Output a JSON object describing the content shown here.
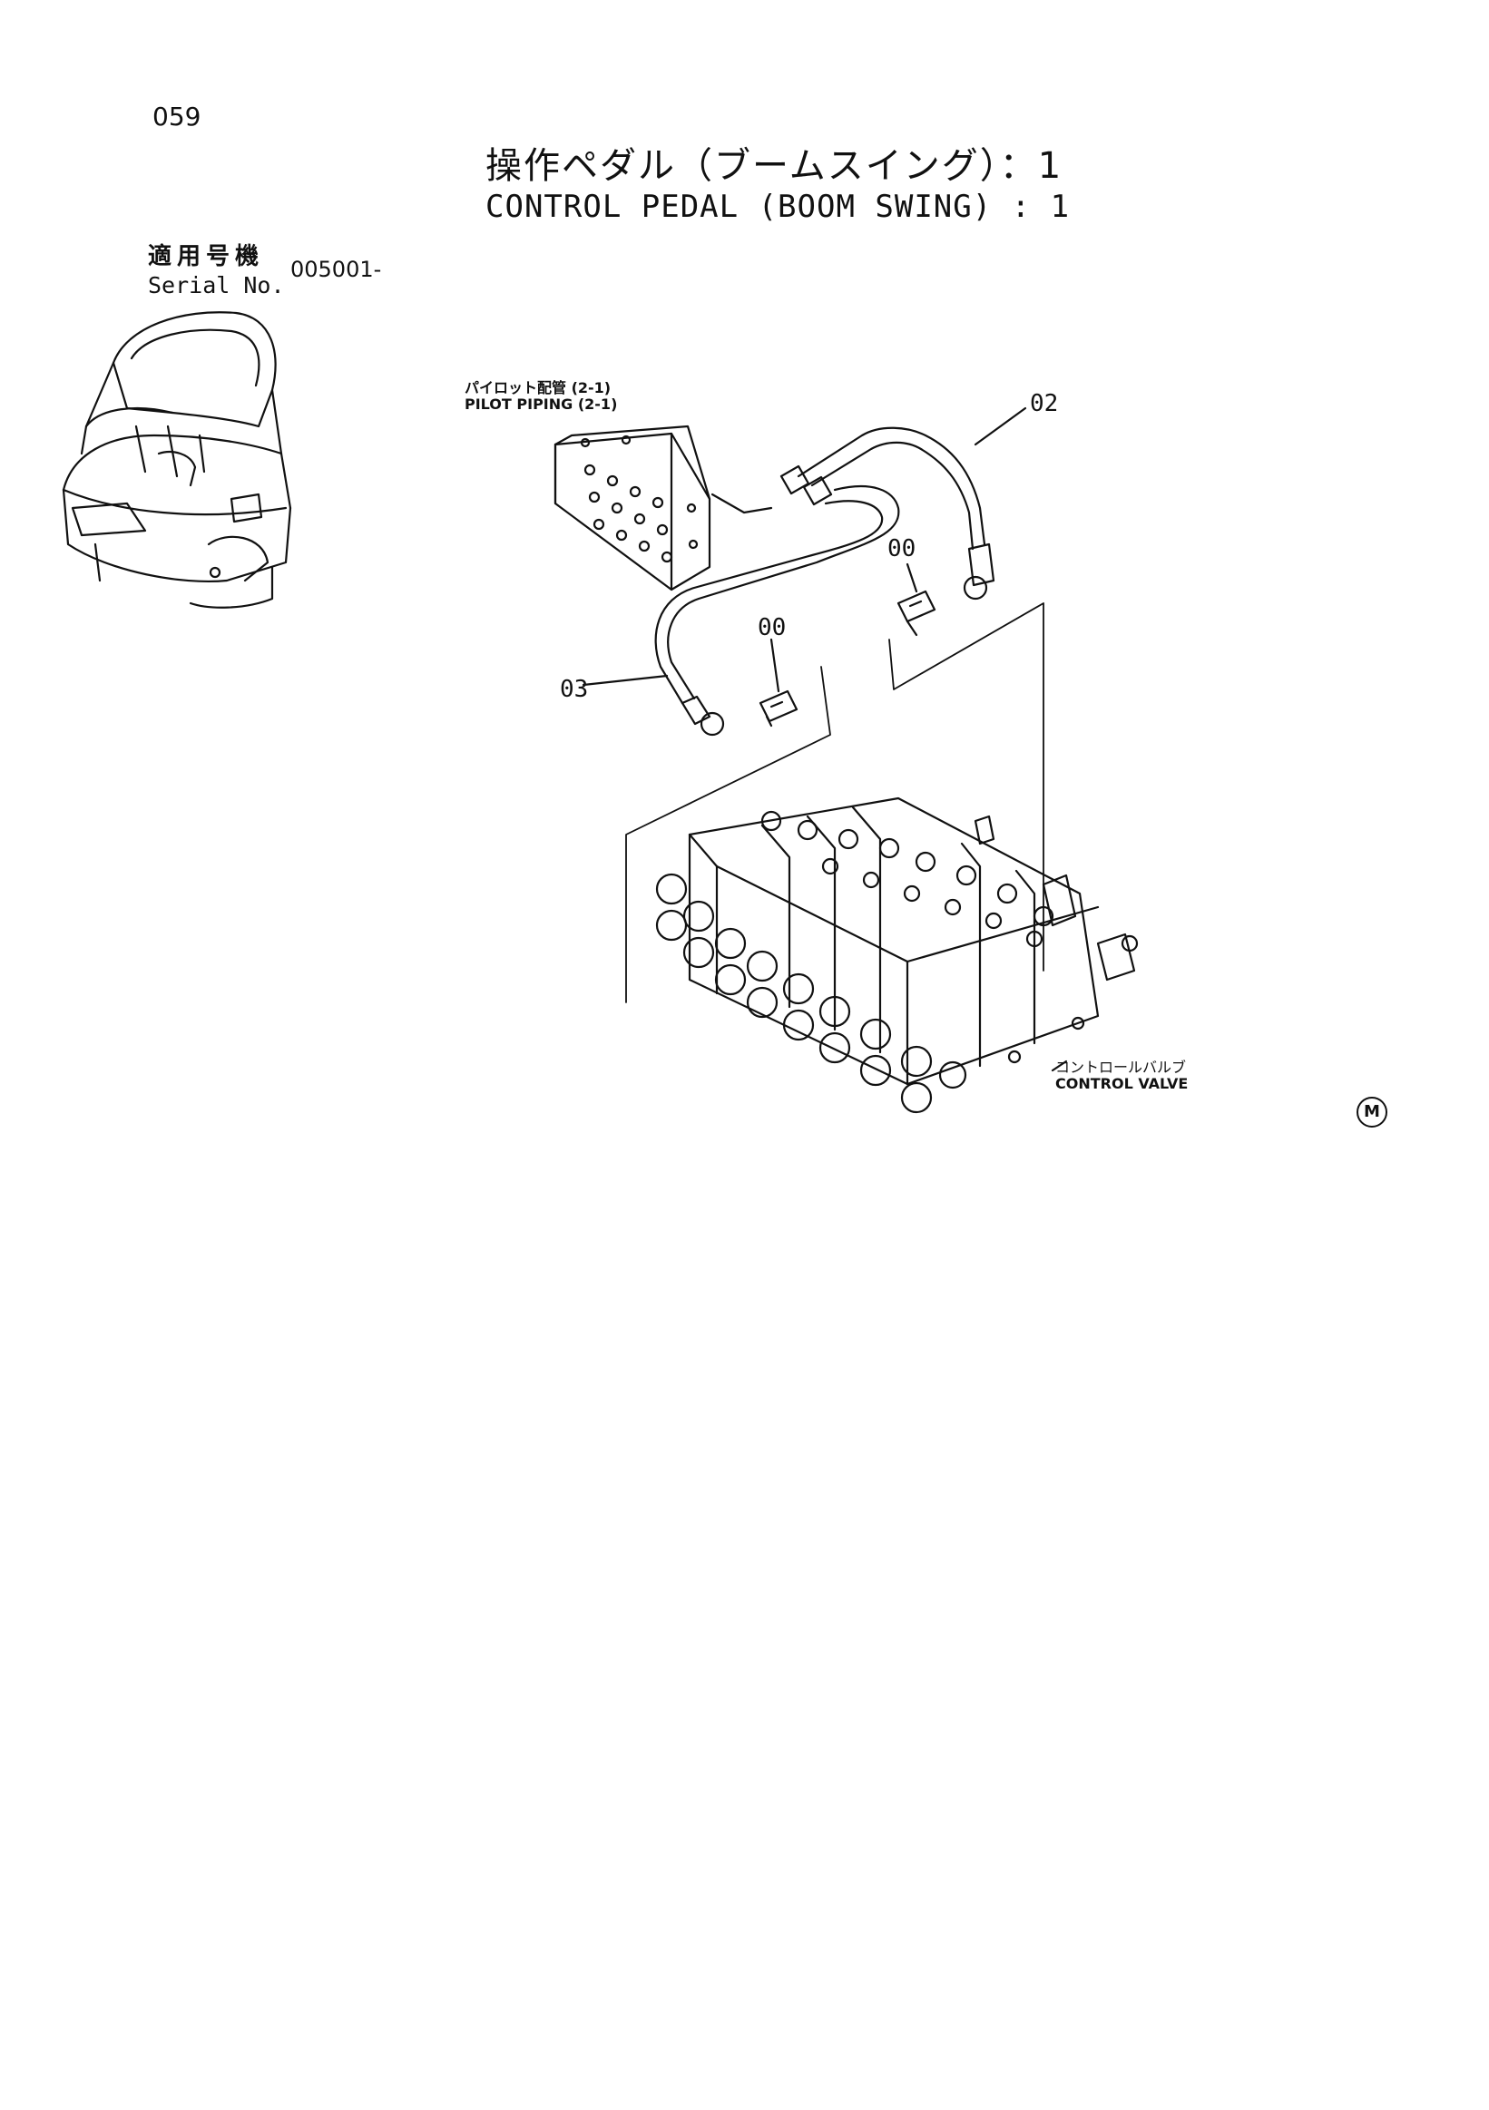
{
  "page": {
    "number": "059"
  },
  "title": {
    "ja": "操作ペダル（ブームスイング）：1",
    "en": "CONTROL PEDAL (BOOM SWING) : 1"
  },
  "serial": {
    "label_ja": "適用号機",
    "label_en": "Serial No.",
    "value": "005001-"
  },
  "diagram": {
    "pilot_piping": {
      "ja": "パイロット配管 (2-1)",
      "en": "PILOT PIPING (2-1)"
    },
    "control_valve": {
      "ja": "コントロールバルブ",
      "en": "CONTROL VALVE"
    },
    "callouts": [
      "02",
      "00",
      "00",
      "03"
    ],
    "mark": "M"
  },
  "colors": {
    "ink": "#111111",
    "paper": "#ffffff"
  }
}
